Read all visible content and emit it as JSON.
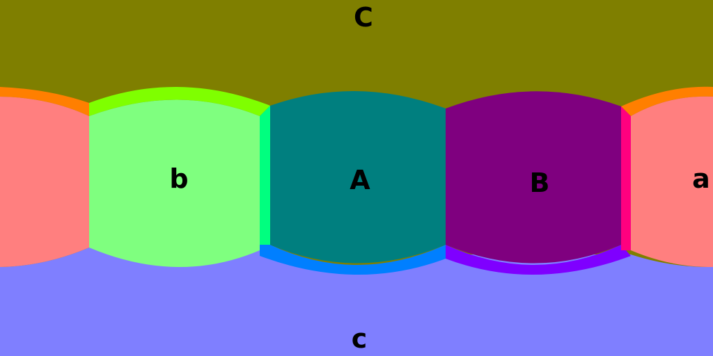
{
  "faces": [
    {
      "id": "top",
      "label": "C",
      "color": "#7f7f00"
    },
    {
      "id": "bottom",
      "label": "c",
      "color": "#7f7fff"
    },
    {
      "id": "front",
      "label": "A",
      "color": "#007f7f"
    },
    {
      "id": "right",
      "label": "B",
      "color": "#7f007f"
    },
    {
      "id": "left",
      "label": "b",
      "color": "#7fff7f"
    },
    {
      "id": "back",
      "label": "a",
      "color": "#ff7f7f"
    }
  ],
  "edge_colors": {
    "back_top": "#ff7f00",
    "left_top": "#7fff00",
    "left_front": "#00ff7f",
    "front_bottom": "#007fff",
    "right_bottom": "#7f00ff",
    "right_back": "#ff007f"
  }
}
